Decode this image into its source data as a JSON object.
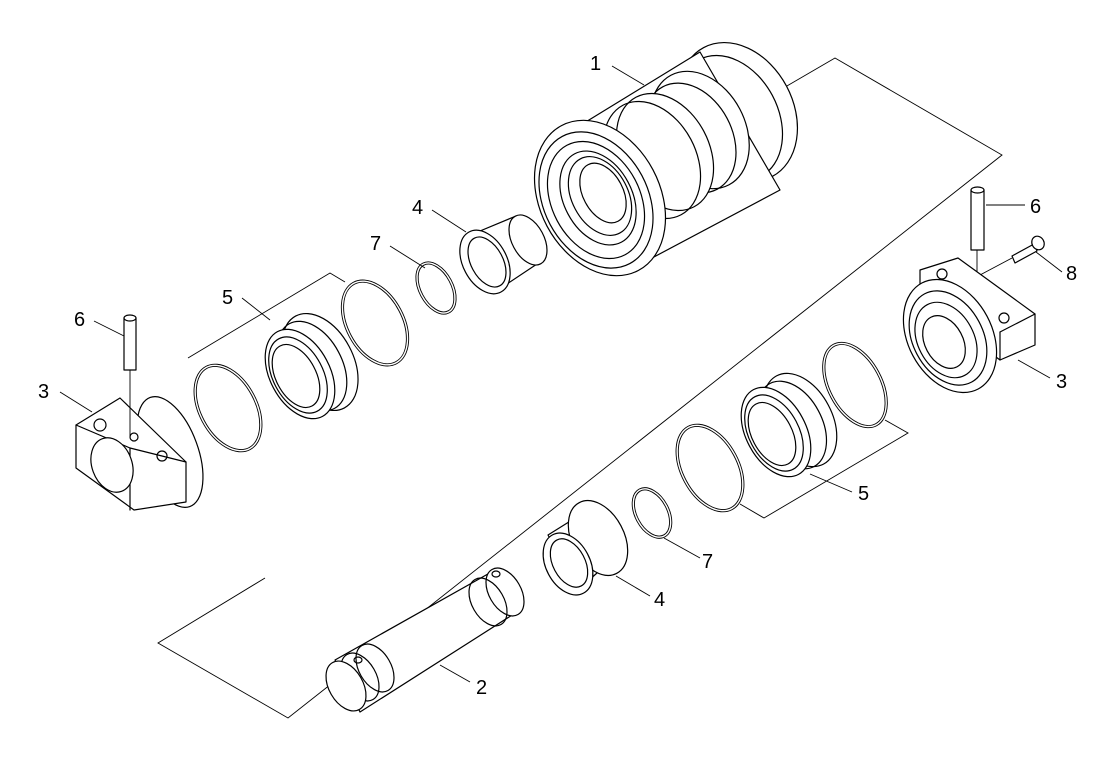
{
  "callouts": {
    "c1": "1",
    "c2": "2",
    "c3_left": "3",
    "c3_right": "3",
    "c4_upper": "4",
    "c4_lower": "4",
    "c5_left": "5",
    "c5_right": "5",
    "c6_left": "6",
    "c6_right": "6",
    "c7_upper": "7",
    "c7_lower": "7",
    "c8": "8"
  }
}
